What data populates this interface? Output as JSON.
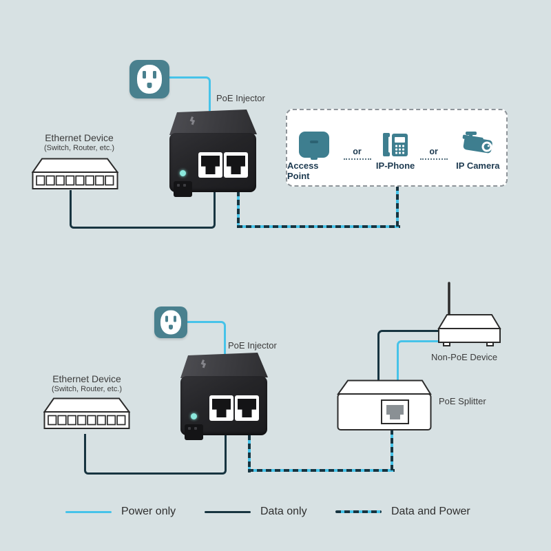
{
  "colors": {
    "background": "#D7E1E3",
    "power_line_cyan": "#46C3E9",
    "data_line_dark": "#173440",
    "device_icon_teal": "#3E7E8F",
    "outlet_teal": "#49808E",
    "injector_led": "#8BE8DC",
    "label_gray": "#3B3B3B",
    "box_label_navy": "#1D3A50"
  },
  "icons": [
    "power-outlet-icon",
    "tp-link-logo-icon",
    "access-point-icon",
    "ip-phone-icon",
    "ip-camera-icon",
    "rj45-port-icon",
    "antenna-icon"
  ],
  "diagram_top": {
    "injector_label": "PoE Injector",
    "ethernet_device_label": "Ethernet Device",
    "ethernet_device_sublabel": "(Switch, Router, etc.)",
    "powered_devices": {
      "or_label": "or",
      "items": [
        {
          "label": "Access Point",
          "icon": "access-point-icon"
        },
        {
          "label": "IP-Phone",
          "icon": "ip-phone-icon"
        },
        {
          "label": "IP Camera",
          "icon": "ip-camera-icon"
        }
      ]
    }
  },
  "diagram_bottom": {
    "injector_label": "PoE Injector",
    "ethernet_device_label": "Ethernet Device",
    "ethernet_device_sublabel": "(Switch, Router, etc.)",
    "non_poe_device_label": "Non-PoE Device",
    "poe_splitter_label": "PoE Splitter"
  },
  "legend": {
    "items": [
      {
        "label": "Power only",
        "style": "power"
      },
      {
        "label": "Data only",
        "style": "data"
      },
      {
        "label": "Data and Power",
        "style": "data-power"
      }
    ]
  }
}
